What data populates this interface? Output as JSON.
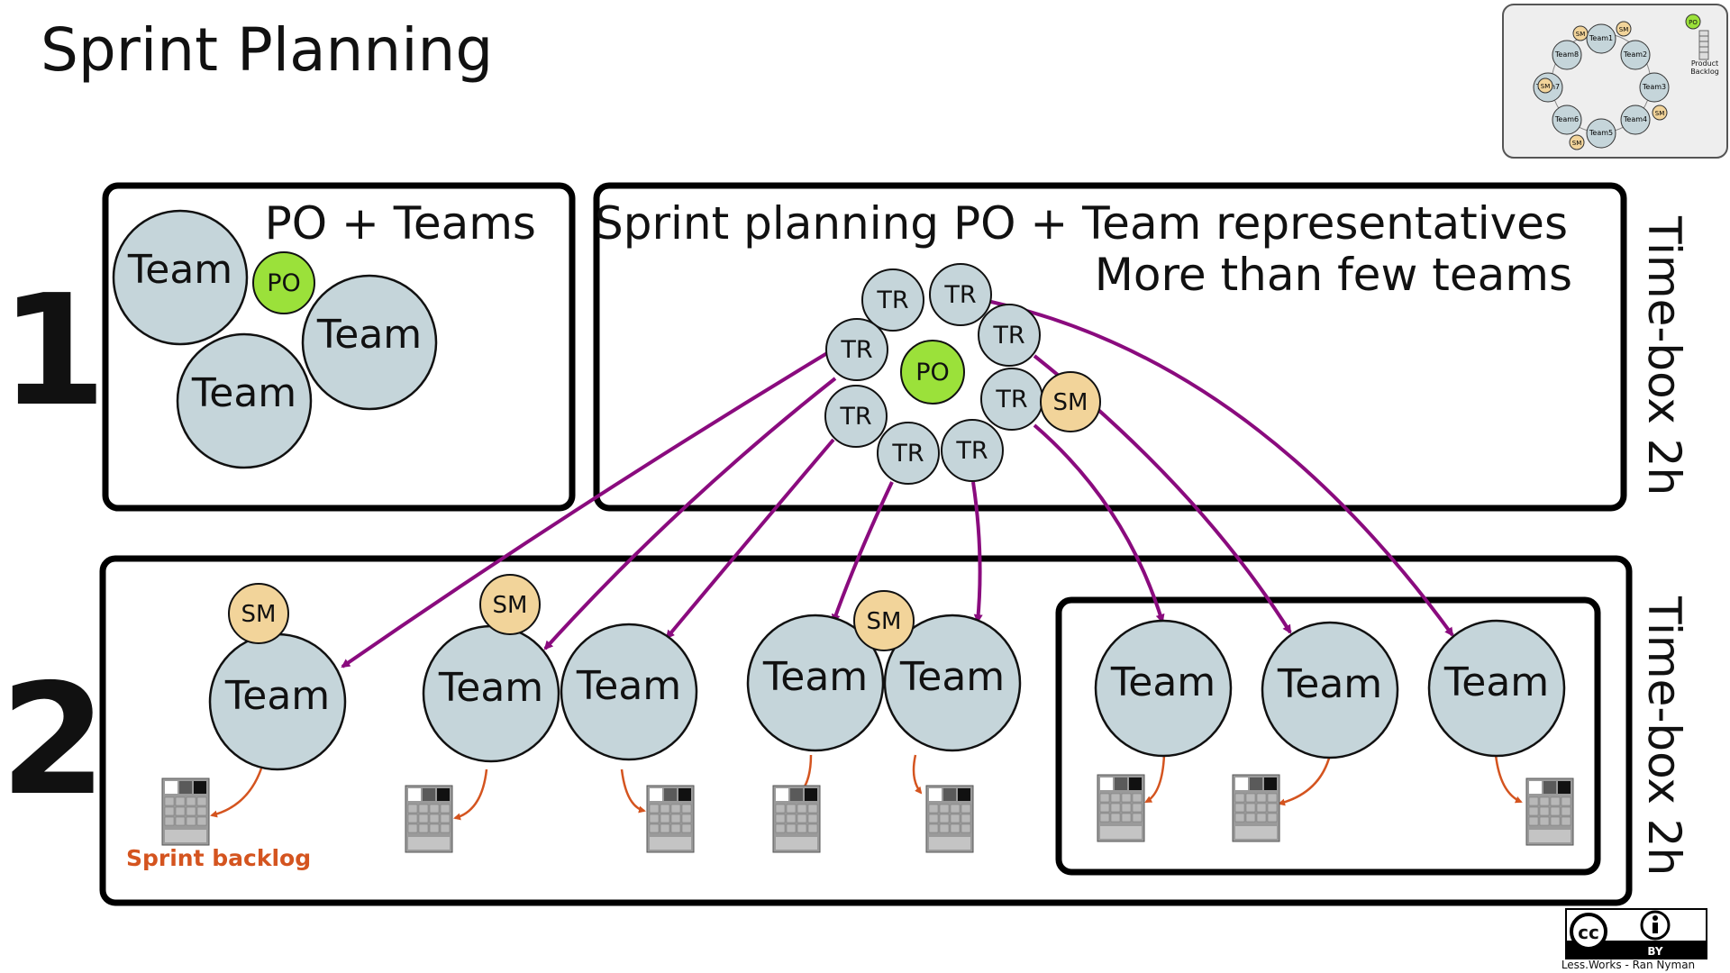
{
  "title": "Sprint Planning",
  "step_labels": [
    "1",
    "2"
  ],
  "box1": {
    "title": "PO + Teams",
    "team_label": "Team",
    "po_label": "PO"
  },
  "box_rep": {
    "title_line1": "Sprint planning PO + Team representatives",
    "title_line2": "More than few teams",
    "tr_label": "TR",
    "po_label": "PO",
    "sm_label": "SM"
  },
  "box2": {
    "team_label": "Team",
    "sm_label": "SM",
    "sprint_backlog_label": "Sprint backlog"
  },
  "timebox": [
    "Time-box 2h",
    "Time-box 2h"
  ],
  "thumbnail": {
    "teams": [
      "Team1",
      "Team2",
      "Team3",
      "Team4",
      "Team5",
      "Team6",
      "Team7",
      "Team8"
    ],
    "sm_label": "SM",
    "po_label": "PO",
    "backlog_line1": "Product",
    "backlog_line2": "Backlog"
  },
  "license": {
    "cc": "cc",
    "by": "BY",
    "credit": "Less.Works - Ran Nyman"
  },
  "colors": {
    "team_fill": "#c5d5da",
    "po_fill": "#9be13a",
    "sm_fill": "#f2d49a",
    "arrow_purple": "#8a0b7e",
    "arrow_orange": "#d4541f",
    "box_stroke": "#000000"
  }
}
